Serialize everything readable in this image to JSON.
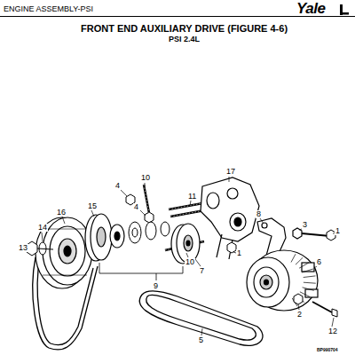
{
  "diagram": {
    "title": "FRONT END AUXILIARY DRIVE (FIGURE 4-6)",
    "labels": [
      "ENGINE ASSEMBLY-PSI",
      "Yale",
      "PSI 2.4L",
      "4",
      "10",
      "17",
      "11",
      "4",
      "16",
      "15",
      "14",
      "13",
      "8",
      "3",
      "1",
      "10",
      "7",
      "6",
      "9",
      "1",
      "2",
      "12",
      "5",
      "BP990704"
    ]
  }
}
